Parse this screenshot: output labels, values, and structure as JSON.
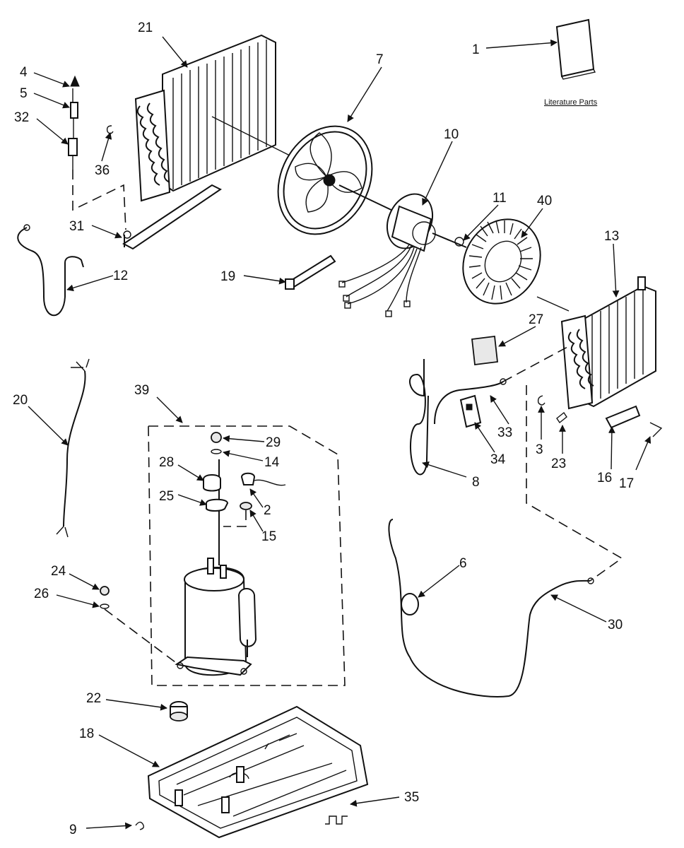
{
  "literature_label": "Literature Parts",
  "callouts": {
    "c1": "1",
    "c2": "2",
    "c3": "3",
    "c4": "4",
    "c5": "5",
    "c6": "6",
    "c7": "7",
    "c8": "8",
    "c9": "9",
    "c10": "10",
    "c11": "11",
    "c12": "12",
    "c13": "13",
    "c14": "14",
    "c15": "15",
    "c16": "16",
    "c17": "17",
    "c18": "18",
    "c19": "19",
    "c20": "20",
    "c21": "21",
    "c22": "22",
    "c23": "23",
    "c24": "24",
    "c25": "25",
    "c26": "26",
    "c27": "27",
    "c28": "28",
    "c29": "29",
    "c30": "30",
    "c31": "31",
    "c32": "32",
    "c33": "33",
    "c34": "34",
    "c35": "35",
    "c36": "36",
    "c39": "39",
    "c40": "40"
  }
}
